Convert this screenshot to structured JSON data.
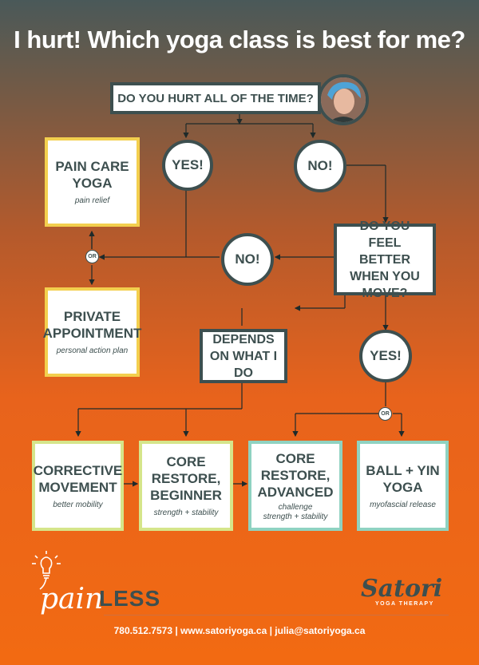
{
  "title": "I hurt! Which yoga class is best for me?",
  "questions": {
    "q1": "DO YOU HURT ALL OF THE TIME?",
    "q2": "DO YOU FEEL BETTER WHEN YOU MOVE?",
    "q3": "DEPENDS ON WHAT I DO"
  },
  "answers": {
    "yes1": "YES!",
    "no1": "NO!",
    "no2": "NO!",
    "yes2": "YES!"
  },
  "or_label": "OR",
  "classes": {
    "pain_care": {
      "name": "PAIN CARE YOGA",
      "sub": "pain relief"
    },
    "private": {
      "name": "PRIVATE APPOINTMENT",
      "sub": "personal action plan"
    },
    "corrective": {
      "name": "CORRECTIVE MOVEMENT",
      "sub": "better mobility"
    },
    "core_beginner": {
      "name": "CORE RESTORE, BEGINNER",
      "sub": "strength + stability"
    },
    "core_advanced": {
      "name": "CORE RESTORE, ADVANCED",
      "sub1": "challenge",
      "sub2": "strength + stability"
    },
    "ball_yin": {
      "name": "BALL + YIN YOGA",
      "sub": "myofascial release"
    }
  },
  "footer": {
    "pain": "pain",
    "less": "LESS",
    "brand": "Satori",
    "brand_sub": "YOGA THERAPY",
    "contact": "780.512.7573  |  www.satoriyoga.ca  |  julia@satoriyoga.ca"
  },
  "colors": {
    "dark": "#3d4f4f",
    "yellow": "#f3cf4e",
    "green": "#d5e58a",
    "teal": "#8fd2c1",
    "orange": "#f26a12"
  },
  "icons": [
    "lightbulb-icon",
    "avatar-photo"
  ]
}
